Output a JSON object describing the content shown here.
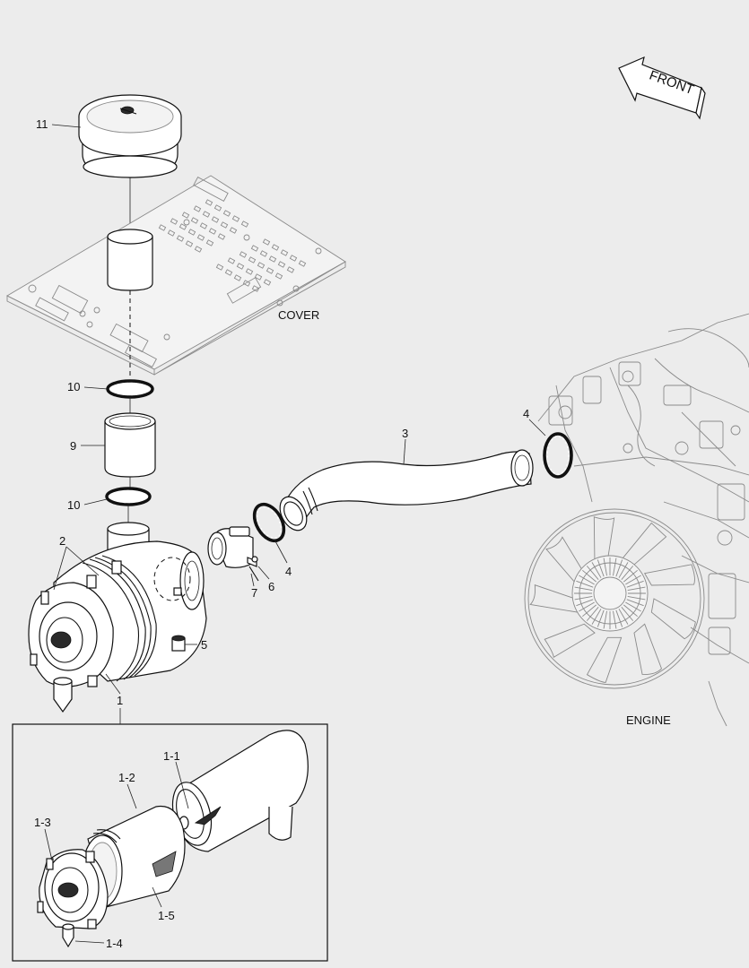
{
  "labels": {
    "front": "FRONT",
    "cover": "COVER",
    "engine": "ENGINE"
  },
  "callouts": {
    "p11": "11",
    "p10_top": "10",
    "p9": "9",
    "p10_bottom": "10",
    "p2": "2",
    "p5": "5",
    "p1": "1",
    "p3": "3",
    "p4_left": "4",
    "p4_right": "4",
    "p6": "6",
    "p7": "7",
    "p1_1": "1-1",
    "p1_2": "1-2",
    "p1_3": "1-3",
    "p1_4": "1-4",
    "p1_5": "1-5"
  }
}
